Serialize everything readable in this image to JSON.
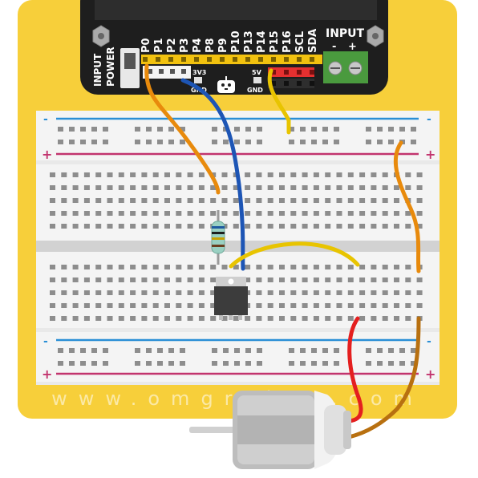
{
  "board": {
    "input_power_label_1": "INPUT",
    "input_power_label_2": "POWER",
    "pins": [
      "P0",
      "P1",
      "P2",
      "P3",
      "P4",
      "P8",
      "P9",
      "P10",
      "P13",
      "P14",
      "P15",
      "P16",
      "SCL",
      "SDA"
    ],
    "label_3v3": "3V3",
    "label_gnd_1": "GND",
    "label_5v": "5V",
    "label_gnd_2": "GND",
    "input_title": "INPUT",
    "input_minus": "-",
    "input_plus": "+"
  },
  "breadboard": {
    "rail_plus": "+",
    "rail_minus": "-"
  },
  "watermark": "www.omgrobot.com",
  "colors": {
    "yellow_bg": "#f7cf3a",
    "board_black": "#1e1e1e",
    "wire_orange": "#e88a0c",
    "wire_blue": "#1d55b5",
    "wire_yellow": "#e8c400",
    "wire_red": "#e41f1f",
    "wire_brown": "#b87010",
    "rail_blue": "#2a8fd6",
    "rail_red": "#c2346e"
  }
}
